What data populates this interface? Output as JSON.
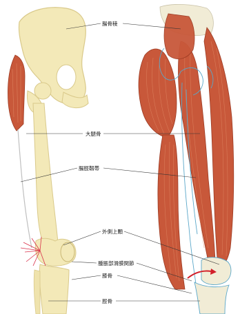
{
  "labels": {
    "iliac_crest": "腸骨稜",
    "femur": "大腿骨",
    "iliotibial_band": "腸脛靱帯",
    "lateral_femoral_condyle": "外側上顆",
    "lateral_femoral_condyle_synovial": "腫脹部滑膜関節",
    "patella": "膝骨",
    "tibia": "脛骨"
  },
  "colors": {
    "bone": "#f3e9b8",
    "bone_shade": "#d9c98a",
    "muscle": "#c8583a",
    "muscle_dark": "#9c3a22",
    "muscle_light": "#e08a66",
    "vein": "#5aa7c9",
    "pain_burst": "#d9304a",
    "arrow": "#d21f2a"
  }
}
